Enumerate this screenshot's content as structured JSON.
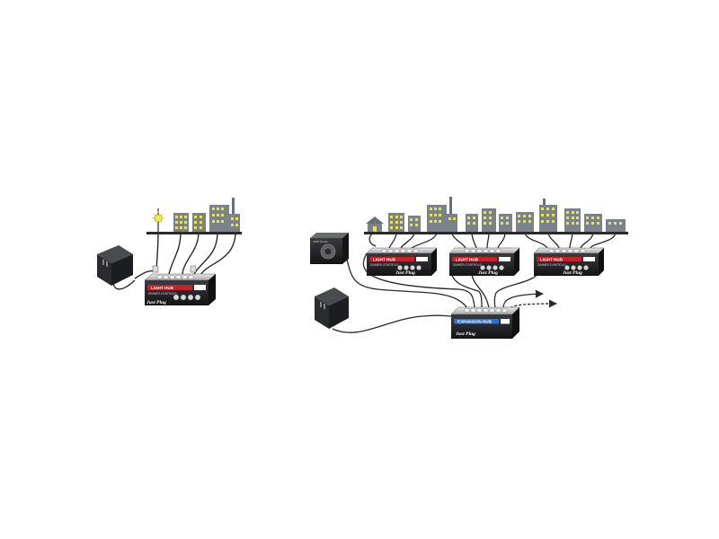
{
  "diagram": {
    "hub_label": "LIGHT HUB",
    "expansion_hub_label": "EXPANSION HUB",
    "controls_caption": "DIMMER CONTROLS",
    "brand": "Just Plug",
    "camera_label": "JUST PLUG"
  },
  "colors": {
    "light_hub_strip": "#c8202a",
    "expansion_hub_strip": "#2f6fd0",
    "building_yellow": "#e6e25a",
    "building_gray": "#7b8289",
    "wire": "#2a2a2a",
    "hub_body": "#222326"
  }
}
